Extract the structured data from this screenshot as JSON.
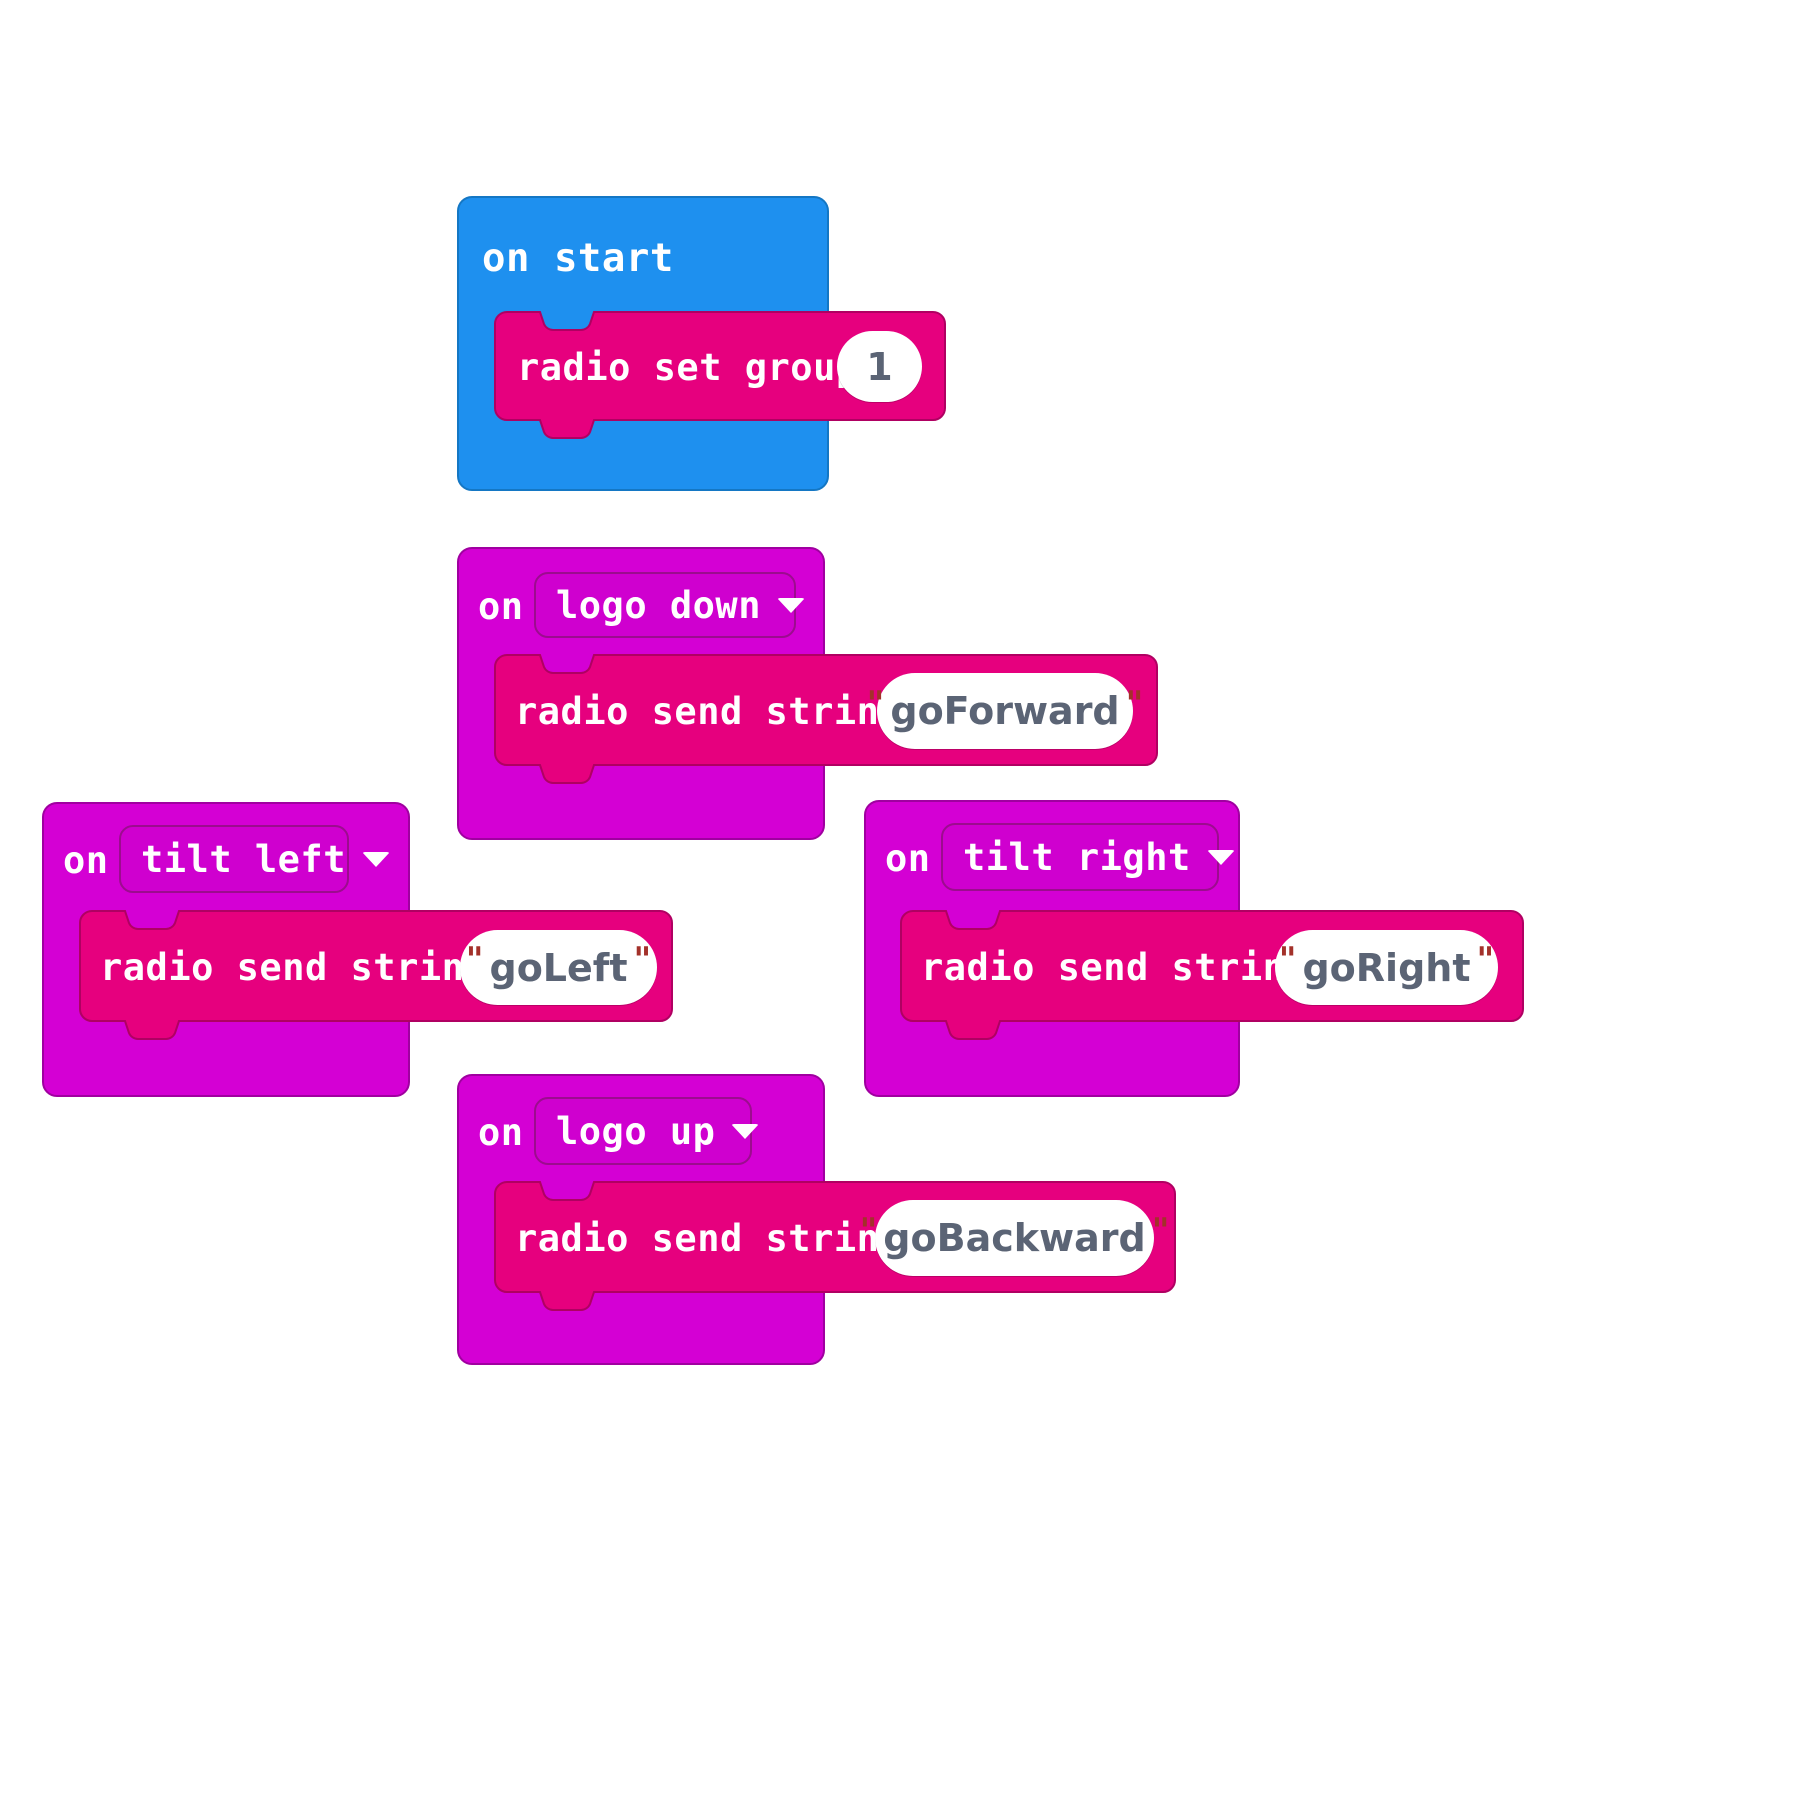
{
  "editor": {
    "name": "MakeCode Blocks Workspace",
    "background": "#ffffff"
  },
  "palette": {
    "event_blue": "#1e90ef",
    "event_blue_border": "#1477c4",
    "input_magenta": "#d400d4",
    "input_magenta_border": "#a000a0",
    "dropdown_magenta": "#cf00cf",
    "dropdown_border": "#9c0c8e",
    "radio_pink": "#e6007e",
    "radio_pink_border": "#b00062",
    "field_white": "#ffffff",
    "field_text": "#5b6475",
    "quote_red": "#a3312a",
    "label_white": "#ffffff"
  },
  "blocks": [
    {
      "id": "on-start",
      "type": "event-hat",
      "label": "on start",
      "color": "#1e90ef",
      "children": [
        {
          "id": "radio-set-group",
          "type": "statement",
          "label": "radio set group",
          "color": "#e6007e",
          "field": {
            "kind": "number",
            "value": "1",
            "name": "group-number-field"
          }
        }
      ]
    },
    {
      "id": "on-logo-down",
      "type": "event-hat",
      "label": "on",
      "color": "#d400d4",
      "dropdown": {
        "value": "logo down",
        "icon": "chevron-down-icon"
      },
      "children": [
        {
          "id": "radio-send-goforward",
          "type": "statement",
          "label": "radio send string",
          "color": "#e6007e",
          "field": {
            "kind": "string",
            "value": "goForward",
            "quote": "\"",
            "name": "goforward-string-field"
          }
        }
      ]
    },
    {
      "id": "on-tilt-left",
      "type": "event-hat",
      "label": "on",
      "color": "#d400d4",
      "dropdown": {
        "value": "tilt left",
        "icon": "chevron-down-icon"
      },
      "children": [
        {
          "id": "radio-send-goleft",
          "type": "statement",
          "label": "radio send string",
          "color": "#e6007e",
          "field": {
            "kind": "string",
            "value": "goLeft",
            "quote": "\"",
            "name": "goleft-string-field"
          }
        }
      ]
    },
    {
      "id": "on-tilt-right",
      "type": "event-hat",
      "label": "on",
      "color": "#d400d4",
      "dropdown": {
        "value": "tilt right",
        "icon": "chevron-down-icon"
      },
      "children": [
        {
          "id": "radio-send-goright",
          "type": "statement",
          "label": "radio send string",
          "color": "#e6007e",
          "field": {
            "kind": "string",
            "value": "goRight",
            "quote": "\"",
            "name": "goright-string-field"
          }
        }
      ]
    },
    {
      "id": "on-logo-up",
      "type": "event-hat",
      "label": "on",
      "color": "#d400d4",
      "dropdown": {
        "value": "logo up",
        "icon": "chevron-down-icon"
      },
      "children": [
        {
          "id": "radio-send-gobackward",
          "type": "statement",
          "label": "radio send string",
          "color": "#e6007e",
          "field": {
            "kind": "string",
            "value": "goBackward",
            "quote": "\"",
            "name": "gobackward-string-field"
          }
        }
      ]
    }
  ]
}
